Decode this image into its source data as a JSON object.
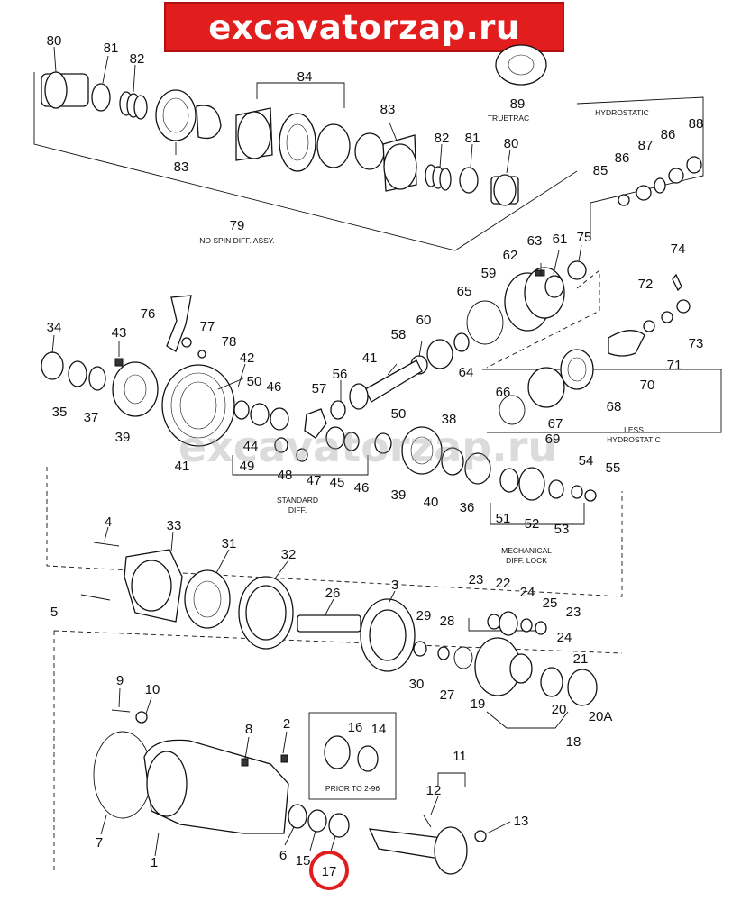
{
  "watermark": {
    "banner_text": "excavatorzap.ru",
    "overlay_text": "excavatorzap.ru",
    "banner_color": "#e21d1d"
  },
  "captions": {
    "no_spin": "NO SPIN DIFF. ASSY.",
    "truetrac": "TRUETRAC",
    "hydrostatic": "HYDROSTATIC",
    "less_hydro_1": "LESS",
    "less_hydro_2": "HYDROSTATIC",
    "standard_1": "STANDARD",
    "standard_2": "DIFF.",
    "mech_1": "MECHANICAL",
    "mech_2": "DIFF. LOCK",
    "prior": "PRIOR TO 2-96"
  },
  "callouts": [
    {
      "label": "80"
    },
    {
      "label": "81"
    },
    {
      "label": "82"
    },
    {
      "label": "84"
    },
    {
      "label": "83"
    },
    {
      "label": "89"
    },
    {
      "label": "83"
    },
    {
      "label": "82"
    },
    {
      "label": "81"
    },
    {
      "label": "80"
    },
    {
      "label": "79"
    },
    {
      "label": "88"
    },
    {
      "label": "87"
    },
    {
      "label": "86"
    },
    {
      "label": "85"
    },
    {
      "label": "86"
    },
    {
      "label": "63"
    },
    {
      "label": "61"
    },
    {
      "label": "75"
    },
    {
      "label": "62"
    },
    {
      "label": "59"
    },
    {
      "label": "65"
    },
    {
      "label": "74"
    },
    {
      "label": "72"
    },
    {
      "label": "73"
    },
    {
      "label": "71"
    },
    {
      "label": "70"
    },
    {
      "label": "76"
    },
    {
      "label": "77"
    },
    {
      "label": "78"
    },
    {
      "label": "34"
    },
    {
      "label": "43"
    },
    {
      "label": "35"
    },
    {
      "label": "37"
    },
    {
      "label": "39"
    },
    {
      "label": "42"
    },
    {
      "label": "50"
    },
    {
      "label": "46"
    },
    {
      "label": "41"
    },
    {
      "label": "56"
    },
    {
      "label": "57"
    },
    {
      "label": "58"
    },
    {
      "label": "60"
    },
    {
      "label": "64"
    },
    {
      "label": "44"
    },
    {
      "label": "49"
    },
    {
      "label": "48"
    },
    {
      "label": "47"
    },
    {
      "label": "45"
    },
    {
      "label": "46"
    },
    {
      "label": "50"
    },
    {
      "label": "41"
    },
    {
      "label": "38"
    },
    {
      "label": "39"
    },
    {
      "label": "40"
    },
    {
      "label": "36"
    },
    {
      "label": "66"
    },
    {
      "label": "69"
    },
    {
      "label": "67"
    },
    {
      "label": "68"
    },
    {
      "label": "51"
    },
    {
      "label": "52"
    },
    {
      "label": "53"
    },
    {
      "label": "54"
    },
    {
      "label": "55"
    },
    {
      "label": "4"
    },
    {
      "label": "33"
    },
    {
      "label": "31"
    },
    {
      "label": "32"
    },
    {
      "label": "5"
    },
    {
      "label": "26"
    },
    {
      "label": "3"
    },
    {
      "label": "23"
    },
    {
      "label": "22"
    },
    {
      "label": "24"
    },
    {
      "label": "25"
    },
    {
      "label": "23"
    },
    {
      "label": "24"
    },
    {
      "label": "29"
    },
    {
      "label": "28"
    },
    {
      "label": "30"
    },
    {
      "label": "27"
    },
    {
      "label": "21"
    },
    {
      "label": "19"
    },
    {
      "label": "20"
    },
    {
      "label": "20A"
    },
    {
      "label": "18"
    },
    {
      "label": "9"
    },
    {
      "label": "10"
    },
    {
      "label": "8"
    },
    {
      "label": "2"
    },
    {
      "label": "16"
    },
    {
      "label": "14"
    },
    {
      "label": "11"
    },
    {
      "label": "12"
    },
    {
      "label": "13"
    },
    {
      "label": "7"
    },
    {
      "label": "1"
    },
    {
      "label": "6"
    },
    {
      "label": "15"
    },
    {
      "label": "17"
    }
  ]
}
